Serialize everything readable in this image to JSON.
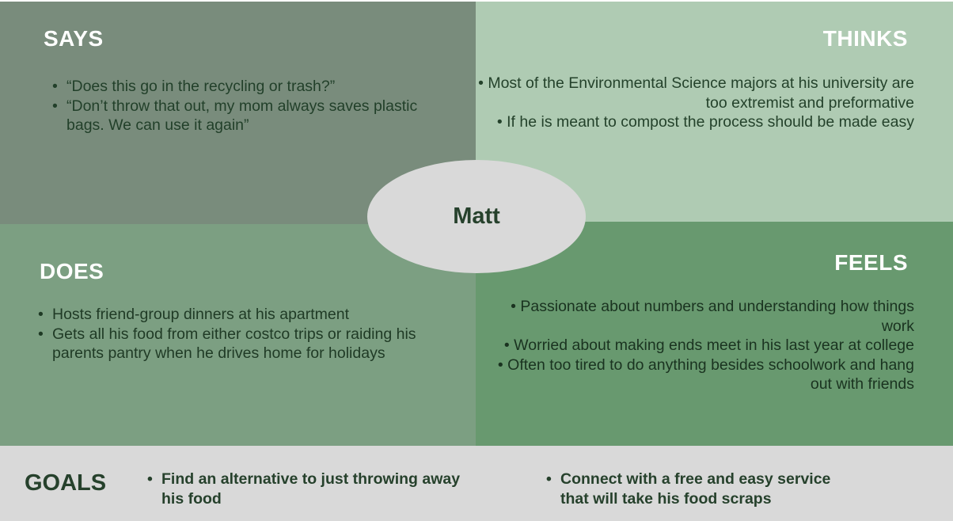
{
  "says": {
    "heading": "SAYS",
    "items": [
      "“Does this go in the recycling or trash?”",
      "“Don’t throw that out, my mom always saves plastic bags. We can use it again”"
    ]
  },
  "thinks": {
    "heading": "THINKS",
    "items": [
      "Most of the Environmental Science majors at his university are too extremist and preformative",
      "If he is meant to compost the process should be made easy"
    ]
  },
  "does": {
    "heading": "DOES",
    "items": [
      "Hosts friend-group dinners at his apartment",
      "Gets all his food from either costco trips or raiding his parents pantry when he drives home for holidays"
    ]
  },
  "feels": {
    "heading": "FEELS",
    "items": [
      "Passionate about numbers and understanding how things work",
      "Worried about making ends meet in his last year at college",
      "Often too tired to do anything besides schoolwork and hang out with friends"
    ]
  },
  "persona": {
    "name": "Matt"
  },
  "goals": {
    "heading": "GOALS",
    "items": [
      "Find an alternative to just throwing away his food",
      "Connect with a free and easy service that will take his food scraps"
    ]
  },
  "colors": {
    "says_bg": "#798c7c",
    "thinks_bg": "#afcbb3",
    "does_bg": "#7c9f82",
    "feels_bg": "#68996f",
    "persona_bg": "#d9d9d9",
    "goals_bg": "#d9d9d9",
    "heading_text": "#ffffff",
    "body_text": "#24422b"
  }
}
